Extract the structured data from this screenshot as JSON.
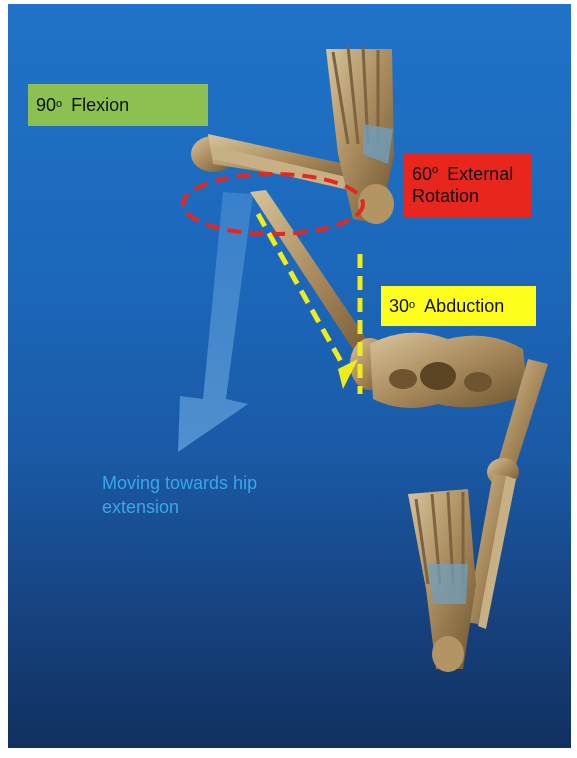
{
  "labels": {
    "flexion": {
      "degrees": "90",
      "deg_symbol": "o",
      "text": "Flexion",
      "color": "#8cc152"
    },
    "external_rotation": {
      "degrees": "60",
      "deg_symbol": "o",
      "line1": "External",
      "line2": "Rotation",
      "color": "#e8261e"
    },
    "abduction": {
      "degrees": "30",
      "deg_symbol": "o",
      "text": "Abduction",
      "color": "#ffff1e"
    },
    "movement": {
      "text": "Moving towards hip extension",
      "color": "#38a8e8"
    }
  },
  "icons": [
    "skeleton-leg",
    "pelvis",
    "foot",
    "dashed-arc",
    "arrow-down"
  ]
}
